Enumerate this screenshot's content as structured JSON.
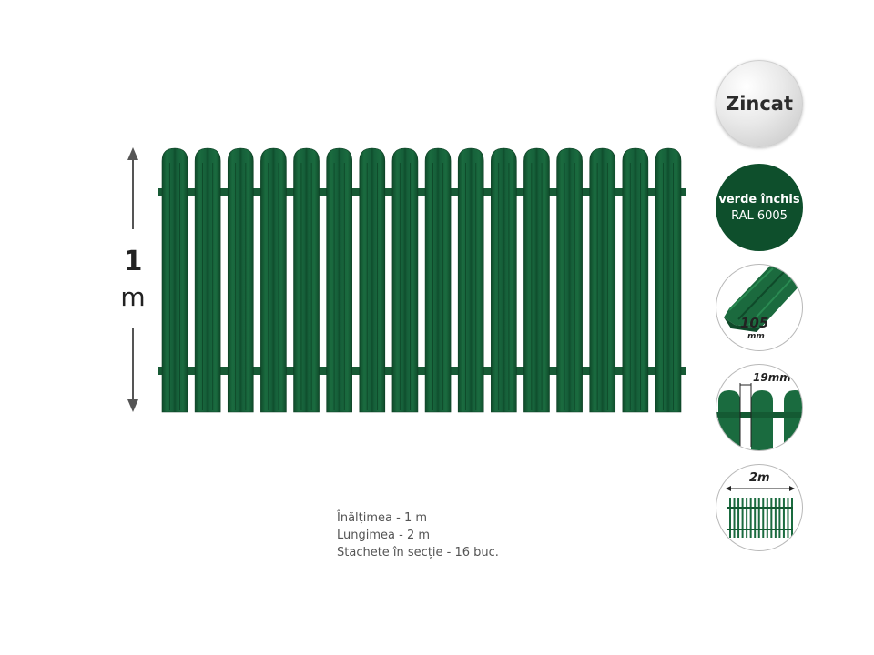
{
  "height_label": {
    "value": "1",
    "unit": "m"
  },
  "fence": {
    "picket_count": 16,
    "picket_color": "#17633a",
    "rail_color": "#175a35"
  },
  "specs": [
    "Înălțimea - 1 m",
    "Lungimea - 2 m",
    "Stachete în secție - 16 buc."
  ],
  "badges": {
    "finish": "Zincat",
    "color_name": "verde închis",
    "color_code": "RAL 6005",
    "color_hex": "#0e4f2c",
    "profile_width": "105",
    "profile_unit": "mm",
    "gap": "19mm",
    "length": "2m"
  }
}
